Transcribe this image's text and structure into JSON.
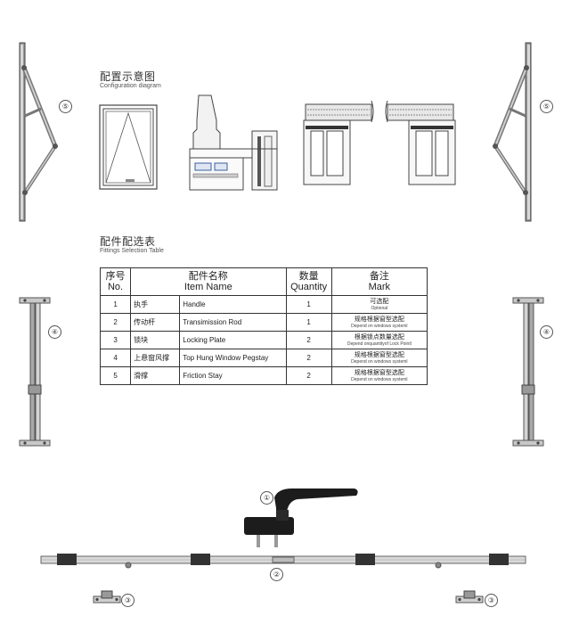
{
  "config": {
    "title_cn": "配置示意图",
    "title_en": "Configuration diagram"
  },
  "fittings": {
    "title_cn": "配件配选表",
    "title_en": "Fittings Selection Table",
    "headers": {
      "no_cn": "序号",
      "no_en": "No.",
      "name_cn": "配件名称",
      "name_en": "Item Name",
      "qty_cn": "数量",
      "qty_en": "Quantity",
      "mark_cn": "备注",
      "mark_en": "Mark"
    },
    "rows": [
      {
        "no": "1",
        "cn": "执手",
        "en": "Handle",
        "qty": "1",
        "mark_cn": "可选配",
        "mark_en": "Optional"
      },
      {
        "no": "2",
        "cn": "传动杆",
        "en": "Transimission Rod",
        "qty": "1",
        "mark_cn": "规格根据窗型选配",
        "mark_en": "Depend on windows systeml"
      },
      {
        "no": "3",
        "cn": "锁块",
        "en": "Locking Plate",
        "qty": "2",
        "mark_cn": "根据锁点数量选配",
        "mark_en": "Depend onquantityof Lock Pointl"
      },
      {
        "no": "4",
        "cn": "上悬窗风撑",
        "en": "Top Hung Window Pegstay",
        "qty": "2",
        "mark_cn": "规格根据窗型选配",
        "mark_en": "Depend on windows systeml"
      },
      {
        "no": "5",
        "cn": "滑撑",
        "en": "Friction Stay",
        "qty": "2",
        "mark_cn": "规格根据窗型选配",
        "mark_en": "Depend on windows systeml"
      }
    ]
  },
  "callouts": {
    "handle": "①",
    "rod": "②",
    "plate": "③",
    "pegstay": "④",
    "friction": "⑤"
  }
}
